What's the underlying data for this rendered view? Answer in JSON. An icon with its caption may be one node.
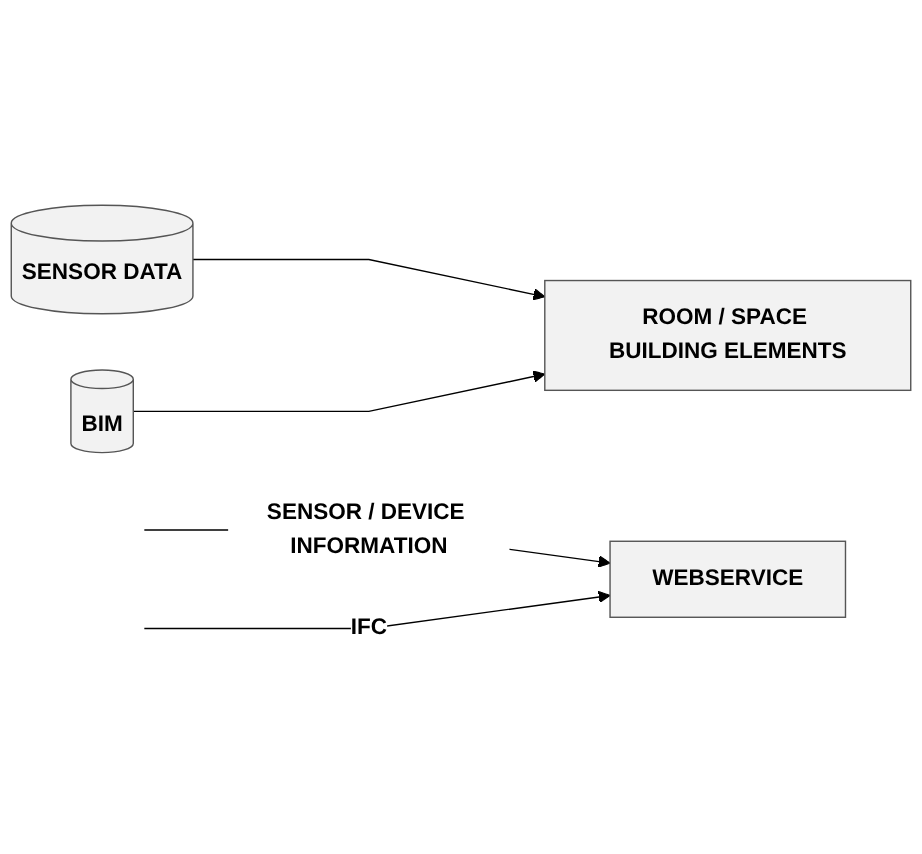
{
  "diagram": {
    "nodes": [
      {
        "text": [
          "SENSOR DATA"
        ]
      },
      {
        "text": [
          "BIM"
        ]
      },
      {
        "text": [
          "ROOM / SPACE BUILDING ELEMENTS"
        ]
      },
      {
        "text": [
          "WEBSERVICE"
        ]
      }
    ],
    "edges": [
      {
        "from": 0,
        "to": 2,
        "arrow": "to"
      },
      {
        "from": 1,
        "to": 2,
        "arrow": "to"
      },
      {
        "from": null,
        "to": 3,
        "arrow": "to",
        "label": "SENSOR / DEVICE INFORMATION"
      },
      {
        "from": null,
        "to": 3,
        "arrow": "to",
        "label": "IFC"
      }
    ]
  }
}
